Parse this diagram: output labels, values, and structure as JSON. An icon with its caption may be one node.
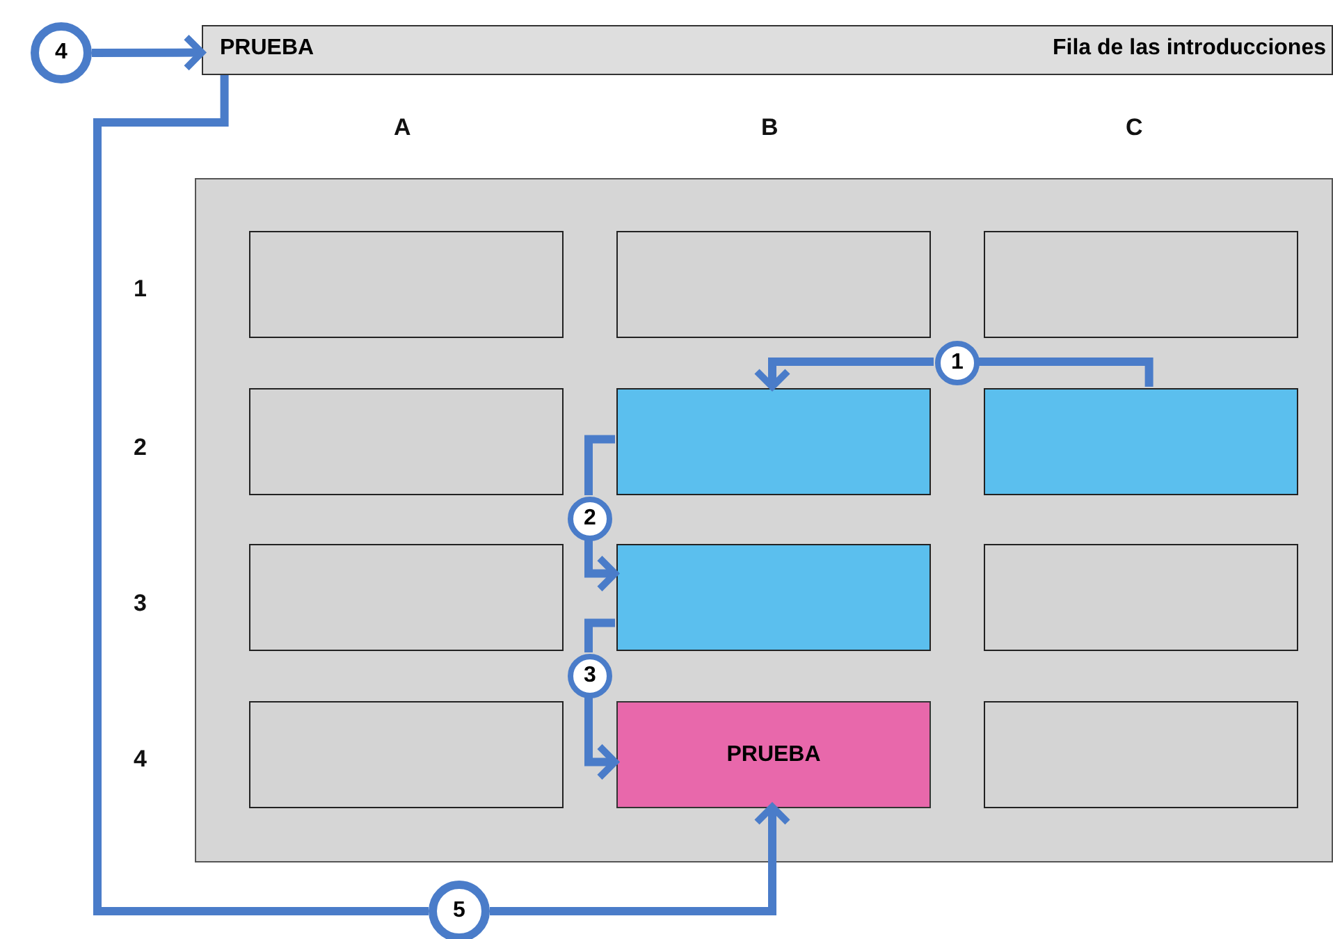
{
  "diagram": {
    "nodes": [
      {
        "text": [
          "PRUEBA",
          "Fila de las introducciones"
        ]
      },
      {
        "text": [
          "4"
        ]
      },
      {
        "text": [],
        "shape": "box"
      },
      {
        "text": [],
        "shape": "box",
        "in": 2
      },
      {
        "text": [],
        "shape": "box",
        "in": 2
      },
      {
        "text": [],
        "shape": "box",
        "in": 2
      },
      {
        "text": [],
        "shape": "box",
        "in": 2
      },
      {
        "text": [],
        "shape": "box",
        "in": 2
      },
      {
        "text": [],
        "shape": "box",
        "in": 2
      },
      {
        "text": [],
        "shape": "box",
        "in": 2
      },
      {
        "text": [],
        "shape": "box",
        "in": 2
      },
      {
        "text": [],
        "shape": "box",
        "in": 2
      },
      {
        "text": [],
        "shape": "box",
        "in": 2
      },
      {
        "text": [
          "PRUEBA"
        ],
        "in": 2
      },
      {
        "text": [],
        "shape": "box",
        "in": 2
      },
      {
        "text": [
          "1"
        ],
        "in": 2
      },
      {
        "text": [
          "2"
        ],
        "in": 2
      },
      {
        "text": [
          "3"
        ],
        "in": 2
      },
      {
        "text": [
          "5"
        ]
      }
    ],
    "edges": [
      {
        "from": 8,
        "to": 15,
        "arrow": "none"
      },
      {
        "from": 15,
        "to": 7,
        "arrow": "to"
      },
      {
        "from": 7,
        "to": 16,
        "arrow": "none"
      },
      {
        "from": 16,
        "to": 10,
        "arrow": "to"
      },
      {
        "from": 10,
        "to": 17,
        "arrow": "none"
      },
      {
        "from": 17,
        "to": 13,
        "arrow": "to"
      },
      {
        "from": 1,
        "to": 0,
        "arrow": "to"
      },
      {
        "from": 0,
        "to": 18,
        "arrow": "none"
      },
      {
        "from": 18,
        "to": 13,
        "arrow": "to"
      }
    ],
    "labels": [
      "A",
      "B",
      "C",
      "1",
      "2",
      "3",
      "4"
    ]
  }
}
